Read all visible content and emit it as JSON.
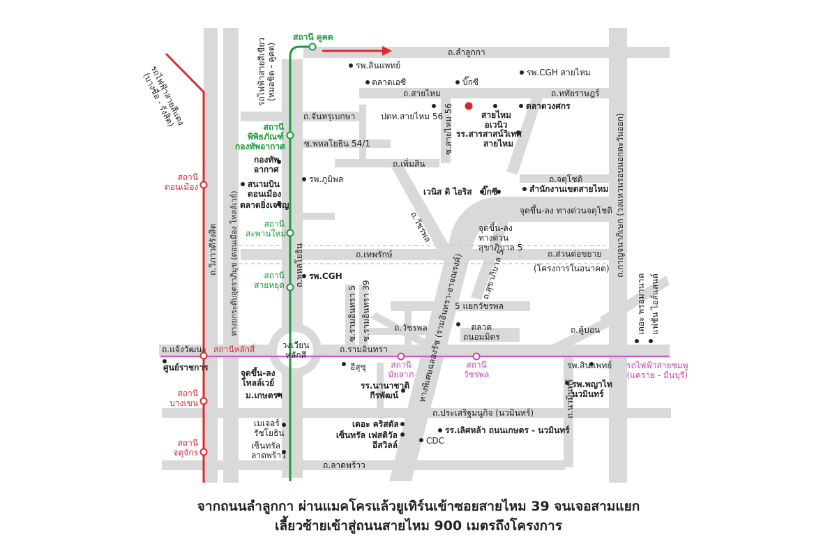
{
  "colors": {
    "road": "#d9d9d9",
    "green_line": "#1a9a3a",
    "red_line": "#e0282e",
    "pink_line": "#d65cc6",
    "project": "#d9262e"
  },
  "roads": {
    "lam_luk_ka": "ถ.ลำลูกกา",
    "sai_mai": "ถ.สายไหม",
    "hathai_rat": "ถ.หทัยราษฎร์",
    "chan_thru_bekha": "ถ.จันทรุเบกษา",
    "phahon_54_1": "ซ.พหลโยธิน 54/1",
    "phoem_sin": "ถ.เพิ่มสิน",
    "chatu_chot": "ถ.จตุโชติ",
    "sai_mai_56": "ซ.สายไหม 56",
    "watcharaphon": "ถ.วัชรพล",
    "thep_rak": "ถ.เทพรักษ์",
    "extension": "ถ.ส่วนต่อขยาย",
    "extension_note": "(โครงการในอนาคต)",
    "sukhaphiban_5": "ถ.สุขาภิบาล 5",
    "ram_intra_5": "ซ.รามอินทรา 5",
    "ram_intra_39": "ซ.รามอินทรา 39",
    "five_junction": "5 แยกวัชรพล",
    "watcharaphon_2": "ถ.วัชรพล",
    "khu_bon": "ถ.คู้บอน",
    "chaeng_watthana": "ถ.แจ้งวัฒนะ",
    "ram_intra": "ถ.รามอินทรา",
    "prasert_manukit": "ถ.ประเสริฐมนูกิจ (นวมินทร์)",
    "lat_phrao": "ถ.ลาดพร้าว",
    "vibhavadi": "ถ.วิภาวดีรังสิต",
    "don_mueang_tollway": "ทางยกระดับอุตราภิมุข (ดอนเมือง โทลล์เวย์)",
    "phahon_yothin": "ถ.พหลโยธิน",
    "expressway": "ทางพิเศษฉลองรัช (รามอินทรา-อาจณรงค์)",
    "kanchanaphisek": "ถ.กาญจนาภิเษก (วงแหวนรอบนอกตะวันออก)",
    "nawamin": "ถ.นวมินทร์",
    "ramp_chatu_chot": "จุดขึ้น-ลง ทางด่วนจตุโชติ",
    "ramp_sukha_5": "จุดขึ้น-ลง\nทางด่วน\nสุขาภิบาล 5",
    "ramp_tollway": "จุดขึ้น-ลง\nโทลล์เวย์",
    "lak_si_circle": "วงเวียน\nหลักสี่"
  },
  "stations": {
    "khu_khot": "สถานี คูคต",
    "phiphitthaphan": "สถานี\nพิพิธภัณฑ์\nกองทัพอากาศ",
    "saphan_mai": "สถานี\nสะพานใหม่",
    "sai_yud": "สถานี\nสายหยุด",
    "don_mueang": "สถานี\nดอนเมือง",
    "lak_si": "สถานีหลักสี่",
    "bang_khen": "สถานี\nบางเขน",
    "chatuchak": "สถานี\nจตุจักร",
    "mai_lap": "สถานี\nมัยลาภ",
    "watcharaphon_st": "สถานี\nวัชรพล"
  },
  "lines": {
    "green": "รถไฟฟ้าสายสีเขียว\n(หมอชิต - คูคต)",
    "red": "รถไฟฟ้าสายสีแดง\n(บางซื่อ - รังสิต)",
    "pink": "รถไฟฟ้าสายชมพู\n(แคราย - มีนบุรี)"
  },
  "places": {
    "sin_phaet_1": "รพ.สินแพทย์",
    "cgh_sai_mai": "รพ.CGH สายไหม",
    "talad_ac": "ตลาดเอซี",
    "big_c_1": "บิ๊กซี",
    "post_sai_mai": "ปตท.สายไหม 56",
    "sai_mai_avenue": "สายไหม\nอเวนิว",
    "talad_wongsakon": "ตลาดวงศกร",
    "school_sarasas": "รร.สารสาสน์วิเทศ\nสายไหม",
    "air_force": "กองทัพ\nอากาศ",
    "don_mueang_airport": "สนามบิน\nดอนเมือง",
    "yingcharoen": "ตลาดยิ่งเจริญ",
    "bhumibol": "รพ.ภูมิพล",
    "venice": "เวนิส ดิ ไอริส",
    "big_c_2": "บิ๊กซี",
    "sai_mai_office": "สำนักงานเขตสายไหม",
    "cgh": "รพ.CGH",
    "talad_thanom_mit": "ตลาด\nถนอมมิตร",
    "the_promenade": "เดอะ พรอมานาด",
    "fashion_island": "แฟชั่น ไอส์แลนด์",
    "government_center": "ศูนย์ราชการ",
    "isuzu": "อีสุซุ",
    "sin_phaet_2": "รพ.สินแพทย์",
    "nanachat": "รร.นานาชาติ\nกีรพัฒน์",
    "phyathai": "รพ.พญาไท\nนวมินทร์",
    "kasetsart": "ม.เกษตรฯ",
    "the_crystal": "เดอะ คริสตัล",
    "central_festival": "เซ็นทรัล เฟสติวัล\nอีสวิลล์",
    "school_lertlah": "รร.เลิศหล้า ถนนเกษตร - นวมินทร์",
    "major": "เมเจอร์\nรัชโยธิน",
    "central_ladprao": "เซ็นทรัล\nลาดพร้าว",
    "cdc": "CDC"
  },
  "caption": {
    "line1": "จากถนนลำลูกกา ผ่านแมคโครแล้วยูเทิร์นเข้าซอยสายไหม 39 จนเจอสามแยก",
    "line2": "เลี้ยวซ้ายเข้าสู่ถนนสายไหม 900 เมตรถึงโครงการ"
  }
}
